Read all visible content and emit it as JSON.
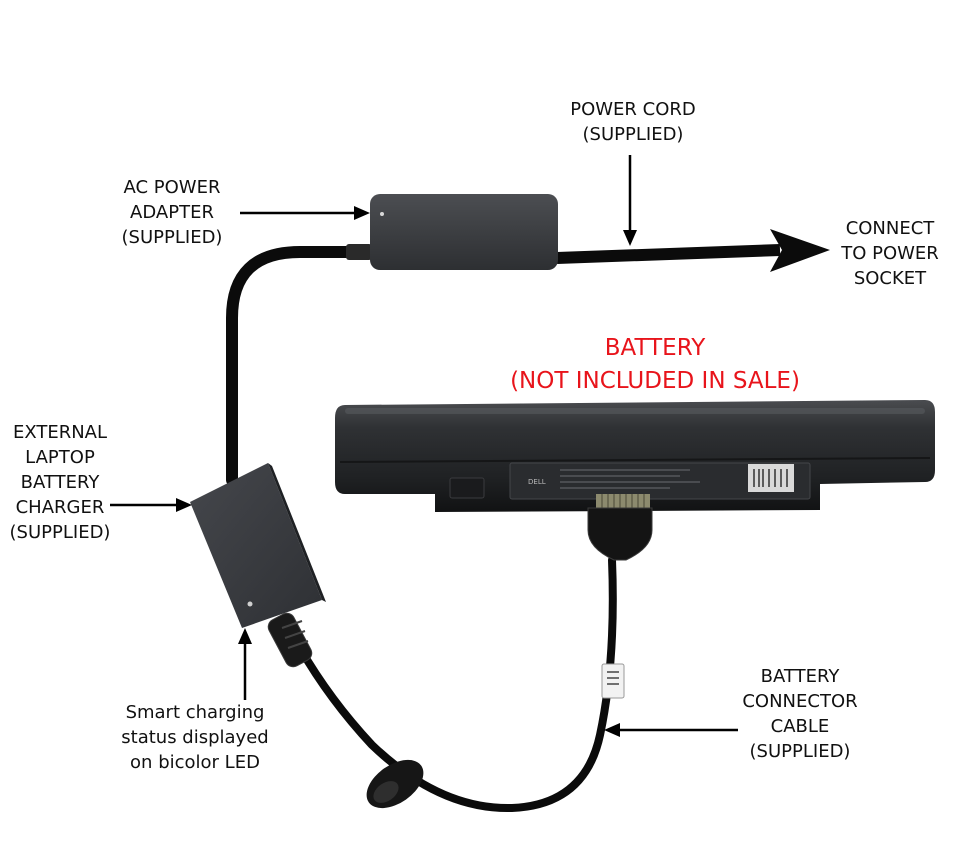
{
  "colors": {
    "label_text": "#111111",
    "warning_text": "#e8141b",
    "device_body": "#3c3e42",
    "cable": "#0b0b0b",
    "battery_body": "#2a2c2f",
    "background": "#ffffff"
  },
  "labels": {
    "power_cord": [
      "POWER CORD",
      "(SUPPLIED)"
    ],
    "ac_adapter": [
      "AC POWER",
      "ADAPTER",
      "(SUPPLIED)"
    ],
    "connect_socket": [
      "CONNECT",
      "TO POWER",
      "SOCKET"
    ],
    "battery_title": "BATTERY",
    "battery_note": "(NOT INCLUDED IN SALE)",
    "external_charger": [
      "EXTERNAL",
      "LAPTOP",
      "BATTERY",
      "CHARGER",
      "(SUPPLIED)"
    ],
    "smart_charging": [
      "Smart charging",
      "status displayed",
      "on bicolor LED"
    ],
    "connector_cable": [
      "BATTERY",
      "CONNECTOR",
      "CABLE",
      "(SUPPLIED)"
    ]
  },
  "battery": {
    "brand_mark": "DELL"
  }
}
